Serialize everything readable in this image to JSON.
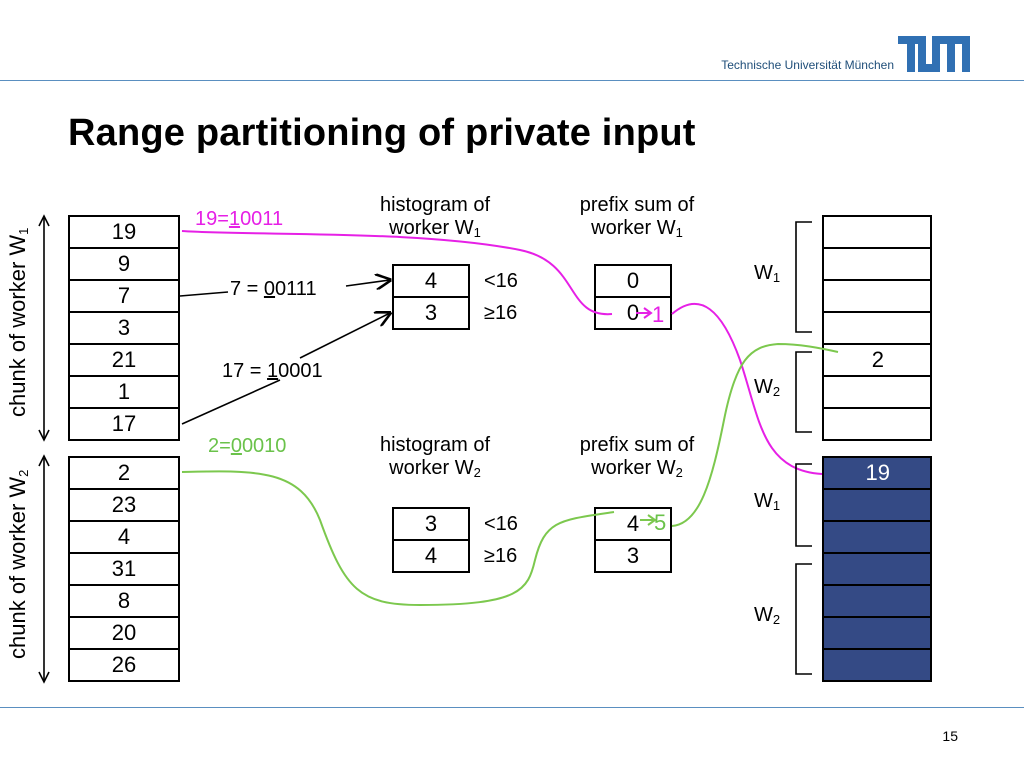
{
  "header": {
    "university": "Technische Universität München",
    "logo_text": "TUM"
  },
  "title": "Range partitioning of private input",
  "page_number": "15",
  "chunk1": {
    "label": "chunk of worker W",
    "label_sub": "1",
    "values": [
      "19",
      "9",
      "7",
      "3",
      "21",
      "1",
      "17"
    ]
  },
  "chunk2": {
    "label": "chunk of worker W",
    "label_sub": "2",
    "values": [
      "2",
      "23",
      "4",
      "31",
      "8",
      "20",
      "26"
    ]
  },
  "annotations": {
    "a19_pre": "19=",
    "a19_ul": "1",
    "a19_post": "0011",
    "a7_pre": "7 = ",
    "a7_ul": "0",
    "a7_post": "0111",
    "a17_pre": "17 = ",
    "a17_ul": "1",
    "a17_post": "0001",
    "a2_pre": "2=",
    "a2_ul": "0",
    "a2_post": "0010"
  },
  "hist1": {
    "title": "histogram of",
    "title2": "worker W",
    "sub": "1",
    "values": [
      "4",
      "3"
    ]
  },
  "hist2": {
    "title": "histogram of",
    "title2": "worker W",
    "sub": "2",
    "values": [
      "3",
      "4"
    ]
  },
  "ranges": {
    "lt": "<16",
    "ge": "≥16"
  },
  "prefix1": {
    "title": "prefix sum of",
    "title2": "worker W",
    "sub": "1",
    "values": [
      "0",
      "0"
    ],
    "increment": "1"
  },
  "prefix2": {
    "title": "prefix sum of",
    "title2": "worker W",
    "sub": "2",
    "values": [
      "4",
      "3"
    ],
    "increment": "5"
  },
  "output": {
    "values": [
      "",
      "",
      "",
      "",
      "2",
      "",
      "",
      "19",
      "",
      "",
      "",
      "",
      "",
      ""
    ],
    "dark_from_index": 7,
    "brackets": [
      {
        "label": "W",
        "sub": "1"
      },
      {
        "label": "W",
        "sub": "2"
      },
      {
        "label": "W",
        "sub": "1"
      },
      {
        "label": "W",
        "sub": "2"
      }
    ]
  },
  "colors": {
    "pink": "#e620e6",
    "green": "#7cc84e",
    "dark_fill": "#344a85",
    "rule": "#5a8fc0"
  }
}
